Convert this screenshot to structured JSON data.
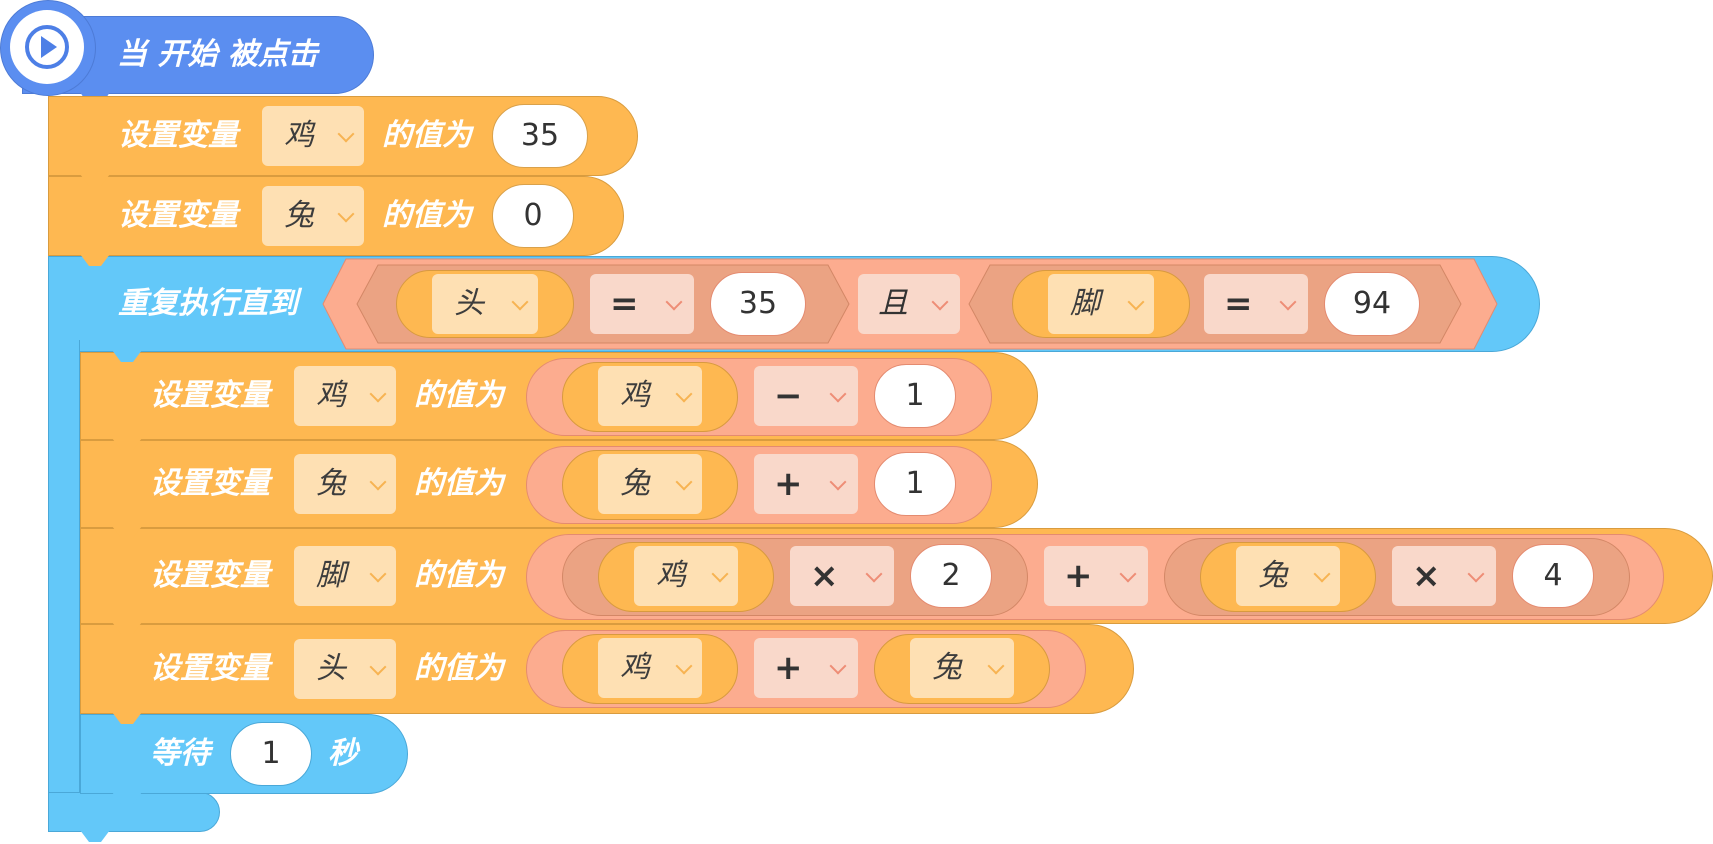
{
  "hat": {
    "label": "当 开始 被点击",
    "icon": "play-icon",
    "color": "#5b8ef0"
  },
  "set_label": "设置变量",
  "value_label": "的值为",
  "blocks": [
    {
      "var": "鸡",
      "value": "35"
    },
    {
      "var": "兔",
      "value": "0"
    }
  ],
  "repeat": {
    "label": "重复执行直到",
    "and": "且",
    "cond1": {
      "var": "头",
      "op": "=",
      "value": "35"
    },
    "cond2": {
      "var": "脚",
      "op": "=",
      "value": "94"
    }
  },
  "body": [
    {
      "var": "鸡",
      "left": "鸡",
      "op": "−",
      "right": "1"
    },
    {
      "var": "兔",
      "left": "兔",
      "op": "+",
      "right": "1"
    },
    {
      "var": "脚",
      "l_var": "鸡",
      "l_op": "×",
      "l_num": "2",
      "mid_op": "+",
      "r_var": "兔",
      "r_op": "×",
      "r_num": "4"
    },
    {
      "var": "头",
      "left": "鸡",
      "op": "+",
      "right_var": "兔"
    }
  ],
  "wait": {
    "label": "等待",
    "value": "1",
    "unit": "秒"
  },
  "colors": {
    "event": "#5b8ef0",
    "variable": "#feb851",
    "control": "#63c8f9",
    "operator": "#fcac8f"
  }
}
